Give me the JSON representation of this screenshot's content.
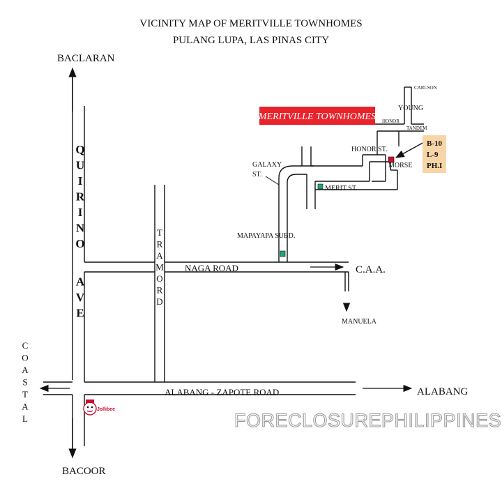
{
  "title": {
    "line1": "VICINITY MAP OF MERITVILLE TOWNHOMES",
    "line2": "PULANG LUPA, LAS PINAS CITY"
  },
  "destinations": {
    "north": "BACLARAN",
    "south": "BACOOR",
    "east_caa": "C.A.A.",
    "east_alabang": "ALABANG",
    "south_manuela": "MANUELA"
  },
  "roads": {
    "quirino": [
      "Q",
      "U",
      "I",
      "R",
      "I",
      "N",
      "O",
      "A",
      "V",
      "E"
    ],
    "tramo": [
      "T",
      "R",
      "A",
      "M",
      "O",
      "R",
      "D"
    ],
    "coastal": [
      "C",
      "O",
      "A",
      "S",
      "T",
      "A",
      "L"
    ],
    "naga": "NAGA ROAD",
    "alabang_zapote": "ALABANG - ZAPOTE ROAD",
    "galaxy_line1": "GALAXY",
    "galaxy_line2": "ST.",
    "merit": "MERIT ST.",
    "honor": "HONOR ST.",
    "honor_small": "HONOR",
    "morse": "MORSE",
    "young": "YOUNG",
    "carlson": "CARLSON",
    "tandem": "TANDEM"
  },
  "places": {
    "mapayapa": "MAPAYAPA SUBD.",
    "jollibee": "Jollibee"
  },
  "project": {
    "name": "MERITVILLE TOWNHOMES",
    "lot_lines": [
      "B-10",
      "L-9",
      "PH.I"
    ]
  },
  "watermark": "FORECLOSUREPHILIPPINES.COM",
  "colors": {
    "banner": "#e8232b",
    "lot_box": "#f7d5a6",
    "marker_teal": "#1aa77a",
    "marker_red": "#c8102e",
    "road_line": "#111111"
  }
}
